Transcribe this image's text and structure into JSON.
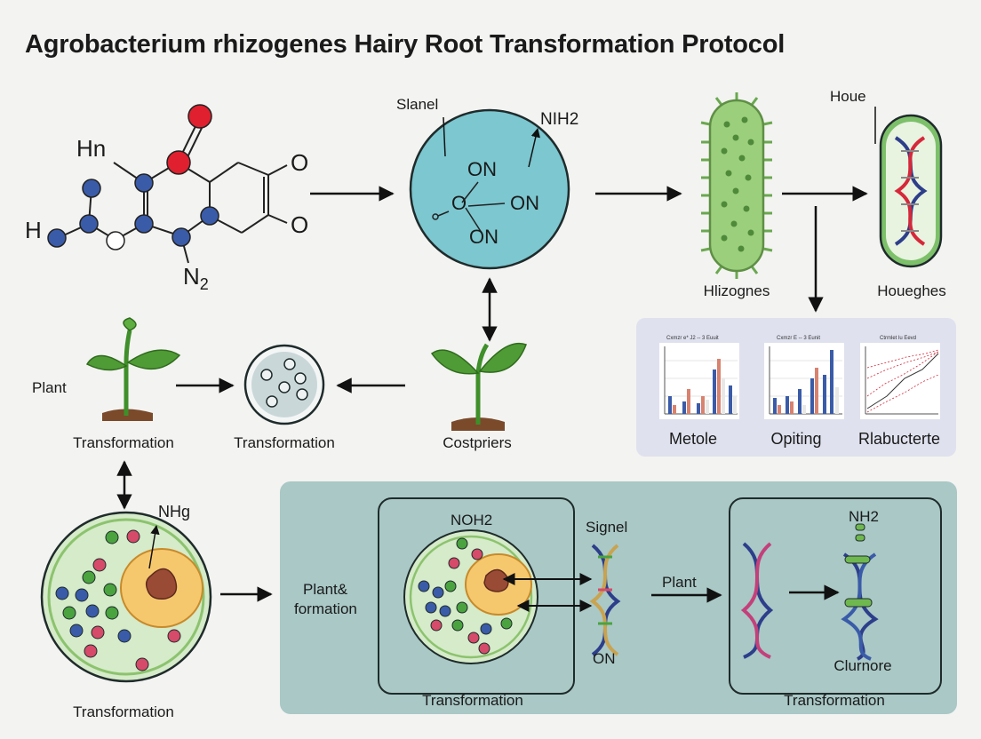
{
  "title": "Agrobacterium rhizogenes Hairy Root Transformation Protocol",
  "molecule": {
    "h_top": "Hn",
    "h_left": "H",
    "n_bottom": "N",
    "n_sub": "2",
    "o_right_top": "O",
    "o_right_bottom": "O"
  },
  "sphere": {
    "label": "Slanel",
    "amine": "NIH2",
    "groups": [
      "ON",
      "ON",
      "ON",
      "O"
    ]
  },
  "bacteria": {
    "rod_label": "Hlizognes",
    "dna_label": "Houeghes",
    "corner_label": "Houe"
  },
  "charts": {
    "items": [
      {
        "name": "Metole",
        "title": "Cxmzr e* J2 -- 3 Euuit"
      },
      {
        "name": "Opiting",
        "title": "Cxmzr E -- 3 Eunit"
      },
      {
        "name": "Rlabucterte",
        "title": "Ctrmlet lu Eevd"
      }
    ]
  },
  "plants": {
    "left_top": "Plant",
    "left_bottom": "Transformation",
    "dish_label": "Transformation",
    "right_label": "Costpriers"
  },
  "cell": {
    "amine": "NHg",
    "label": "Transformation"
  },
  "bottom_panel": {
    "side_label_line1": "Plant&",
    "side_label_line2": "formation",
    "inner_cell_label": "NOH2",
    "signal_label": "Signel",
    "on_label": "ON",
    "plant_arrow_label": "Plant",
    "left_frame_label": "Transformation",
    "right_nh2": "NH2",
    "right_dna_label": "Clurnore",
    "right_frame_label": "Transformation"
  },
  "colors": {
    "blue_atom": "#3a5ba8",
    "red_atom": "#e0202e",
    "sphere": "#7cc7d0",
    "rod": "#9bcf7b",
    "panel": "#a9c8c6",
    "cell": "#d5ebc9",
    "nucleus": "#f6c86e",
    "charts_bg": "#dfe1ee"
  }
}
